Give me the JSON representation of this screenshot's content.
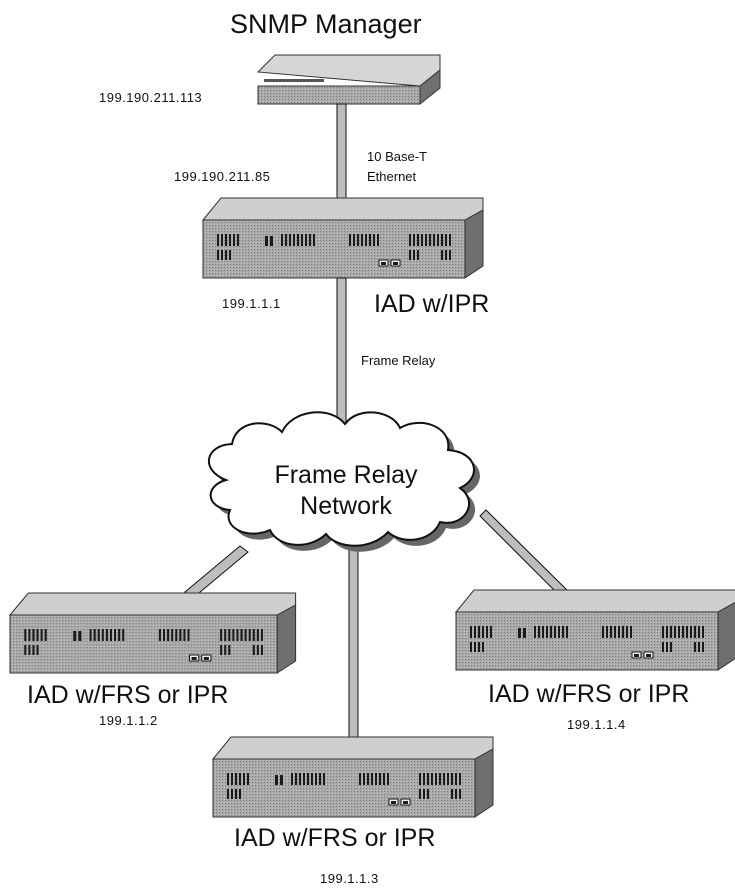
{
  "title": "SNMP Manager",
  "manager": {
    "ip": "199.190.211.113"
  },
  "link_ethernet": {
    "line1": "10 Base-T",
    "line2": "Ethernet"
  },
  "central_iad": {
    "ethernet_ip": "199.190.211.85",
    "wan_ip": "199.1.1.1",
    "label": "IAD w/IPR"
  },
  "link_frame_relay": {
    "label": "Frame Relay"
  },
  "cloud": {
    "line1": "Frame Relay",
    "line2": "Network"
  },
  "remote_iads": [
    {
      "label": "IAD w/FRS or IPR",
      "ip": "199.1.1.2"
    },
    {
      "label": "IAD w/FRS or IPR",
      "ip": "199.1.1.4"
    },
    {
      "label": "IAD w/FRS or IPR",
      "ip": "199.1.1.3"
    }
  ],
  "colors": {
    "device_top": "#c9c9c9",
    "device_front": "#9a9a9a",
    "device_side": "#6e6e6e",
    "line": "#111111",
    "cable_fill": "#bdbdbd",
    "cloud_fill": "#ffffff"
  }
}
